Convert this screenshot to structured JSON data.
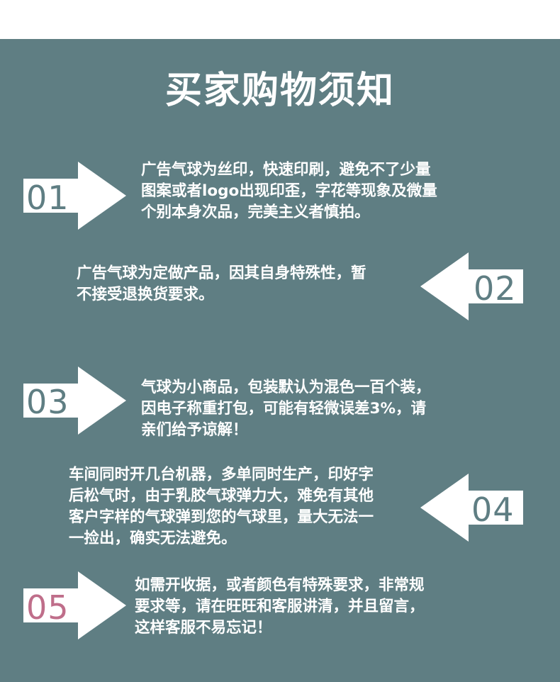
{
  "title": "买家购物须知",
  "items": [
    {
      "num": "01",
      "lines": [
        "广告气球为丝印，快速印刷，避免不了少量",
        "图案或者logo出现印歪，字花等现象及微量",
        "个别本身次品，完美主义者慎拍。"
      ]
    },
    {
      "num": "02",
      "lines": [
        "广告气球为定做产品，因其自身特殊性，暂",
        "不接受退换货要求。"
      ]
    },
    {
      "num": "03",
      "lines": [
        "气球为小商品，包装默认为混色一百个装，",
        "因电子称重打包，可能有轻微误差3%，请",
        "亲们给予谅解！"
      ]
    },
    {
      "num": "04",
      "lines": [
        "车间同时开几台机器，多单同时生产，印好字",
        "后松气时，由于乳胶气球弹力大，难免有其他",
        "客户字样的气球弹到您的气球里，量大无法一",
        "一捡出，确实无法避免。"
      ]
    },
    {
      "num": "05",
      "lines": [
        "如需开收据，或者颜色有特殊要求，非常规",
        "要求等，请在旺旺和客服讲清，并且留言，",
        "这样客服不易忘记！"
      ]
    }
  ],
  "colors": {
    "panel": "#5f7e83",
    "number": "#5f7e83",
    "number_highlight": "#bf6e8a",
    "arrow": "#ffffff",
    "text": "#ffffff"
  }
}
